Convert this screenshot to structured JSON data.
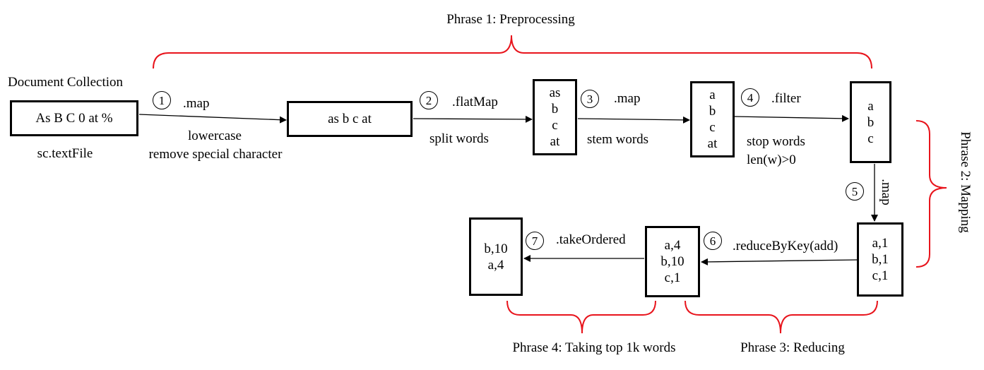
{
  "phases": {
    "p1": "Phrase 1: Preprocessing",
    "p2": "Phrase 2: Mapping",
    "p3": "Phrase 3: Reducing",
    "p4": "Phrase 4: Taking top 1k words"
  },
  "doc": {
    "title": "Document Collection",
    "text": "As B C 0 at %",
    "source": "sc.textFile"
  },
  "boxes": {
    "lower": "as b c at",
    "split": [
      "as",
      "b",
      "c",
      "at"
    ],
    "stem": [
      "a",
      "b",
      "c",
      "at"
    ],
    "filter": [
      "a",
      "b",
      "c"
    ],
    "map": [
      "a,1",
      "b,1",
      "c,1"
    ],
    "reduce": [
      "a,4",
      "b,10",
      "c,1"
    ],
    "top": [
      "b,10",
      "a,4"
    ]
  },
  "steps": [
    {
      "num": "1",
      "op": ".map",
      "desc": [
        "lowercase",
        "remove special character"
      ]
    },
    {
      "num": "2",
      "op": ".flatMap",
      "desc": [
        "split words"
      ]
    },
    {
      "num": "3",
      "op": ".map",
      "desc": [
        "stem words"
      ]
    },
    {
      "num": "4",
      "op": ".filter",
      "desc": [
        "stop words",
        "len(w)>0"
      ]
    },
    {
      "num": "5",
      "op": ".map",
      "desc": []
    },
    {
      "num": "6",
      "op": ".reduceByKey(add)",
      "desc": []
    },
    {
      "num": "7",
      "op": ".takeOrdered",
      "desc": []
    }
  ],
  "colors": {
    "bracket": "#e8141c",
    "ink": "#000000"
  }
}
